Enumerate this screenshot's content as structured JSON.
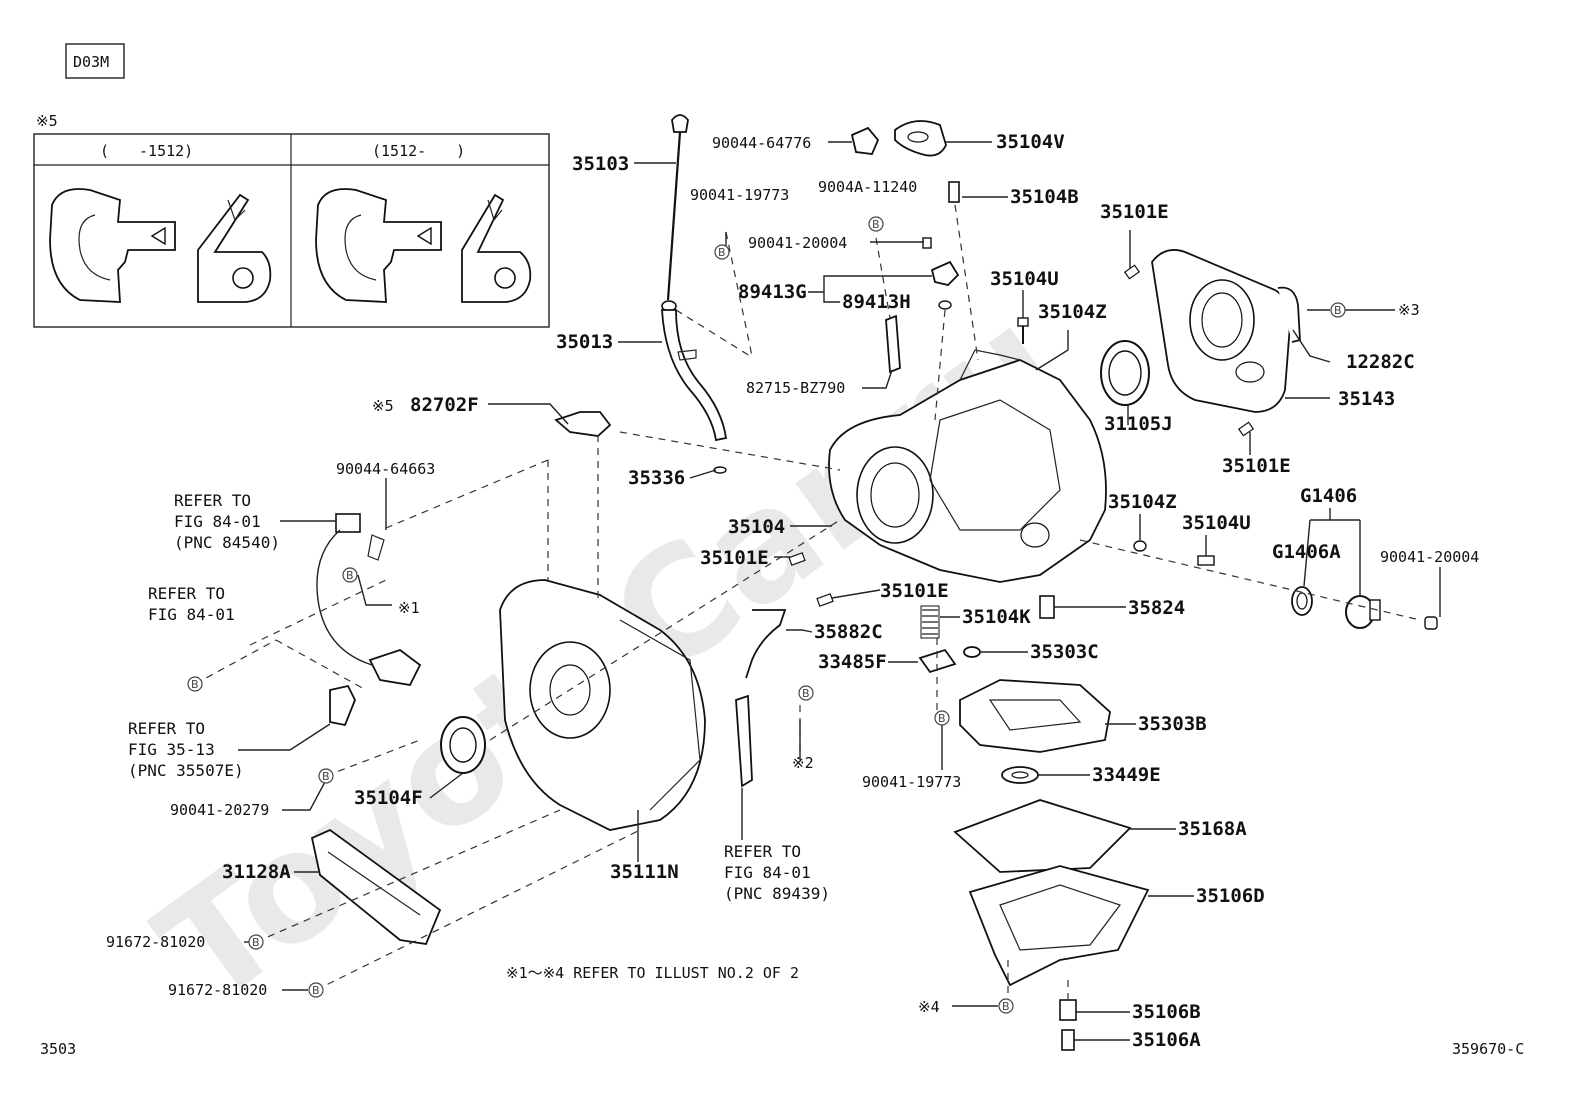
{
  "diagram_code": "D03M",
  "page_number": "3503",
  "illustration_number": "359670-C",
  "watermark": "ToyotaCar.ru",
  "inset": {
    "marker": "※5",
    "left_header": "(　　-1512)",
    "right_header": "(1512-　　)"
  },
  "footnote": "※1～※4 REFER TO ILLUST NO.2 OF 2",
  "bolt_marker": "B",
  "labels": {
    "l35103": "35103",
    "l90044_64776": "90044-64776",
    "l35104V": "35104V",
    "l9004A_11240": "9004A-11240",
    "l35104B": "35104B",
    "l90041_19773_top": "90041-19773",
    "l35101E_top": "35101E",
    "l90041_20004_top": "90041-20004",
    "l89413G": "89413G",
    "l89413H": "89413H",
    "l35104U_top": "35104U",
    "l35104Z_top": "35104Z",
    "l35013": "35013",
    "l82715": "82715-BZ790",
    "l12282C": "12282C",
    "l35143": "35143",
    "l31105J": "31105J",
    "l82702F": "82702F",
    "l82702F_mark": "※5",
    "l35101E_right": "35101E",
    "l35336": "35336",
    "l90044_64663": "90044-64663",
    "l35104Z_mid": "35104Z",
    "l35104U_mid": "35104U",
    "l35104": "35104",
    "lG1406": "G1406",
    "lG1406A": "G1406A",
    "l90041_20004_right": "90041-20004",
    "l35101E_mid": "35101E",
    "l35101E_mid2": "35101E",
    "l35104K": "35104K",
    "l35824": "35824",
    "l35882C": "35882C",
    "l33485F": "33485F",
    "l35303C": "35303C",
    "l35303B": "35303B",
    "l90041_19773_low": "90041-19773",
    "l33449E": "33449E",
    "l35104F": "35104F",
    "l90041_20279": "90041-20279",
    "l35168A": "35168A",
    "l31128A": "31128A",
    "l35111N": "35111N",
    "l35106D": "35106D",
    "l91672_a": "91672-81020",
    "l91672_b": "91672-81020",
    "l35106B": "35106B",
    "l35106A": "35106A",
    "mark1": "※1",
    "mark2": "※2",
    "mark3": "※3",
    "mark4": "※4"
  },
  "refer_notes": {
    "r1": [
      "REFER TO",
      "FIG 84-01",
      "(PNC 84540)"
    ],
    "r2": [
      "REFER TO",
      "FIG 84-01"
    ],
    "r3": [
      "REFER TO",
      "FIG 35-13",
      "(PNC 35507E)"
    ],
    "r4": [
      "REFER TO",
      "FIG 84-01",
      "(PNC 89439)"
    ]
  }
}
